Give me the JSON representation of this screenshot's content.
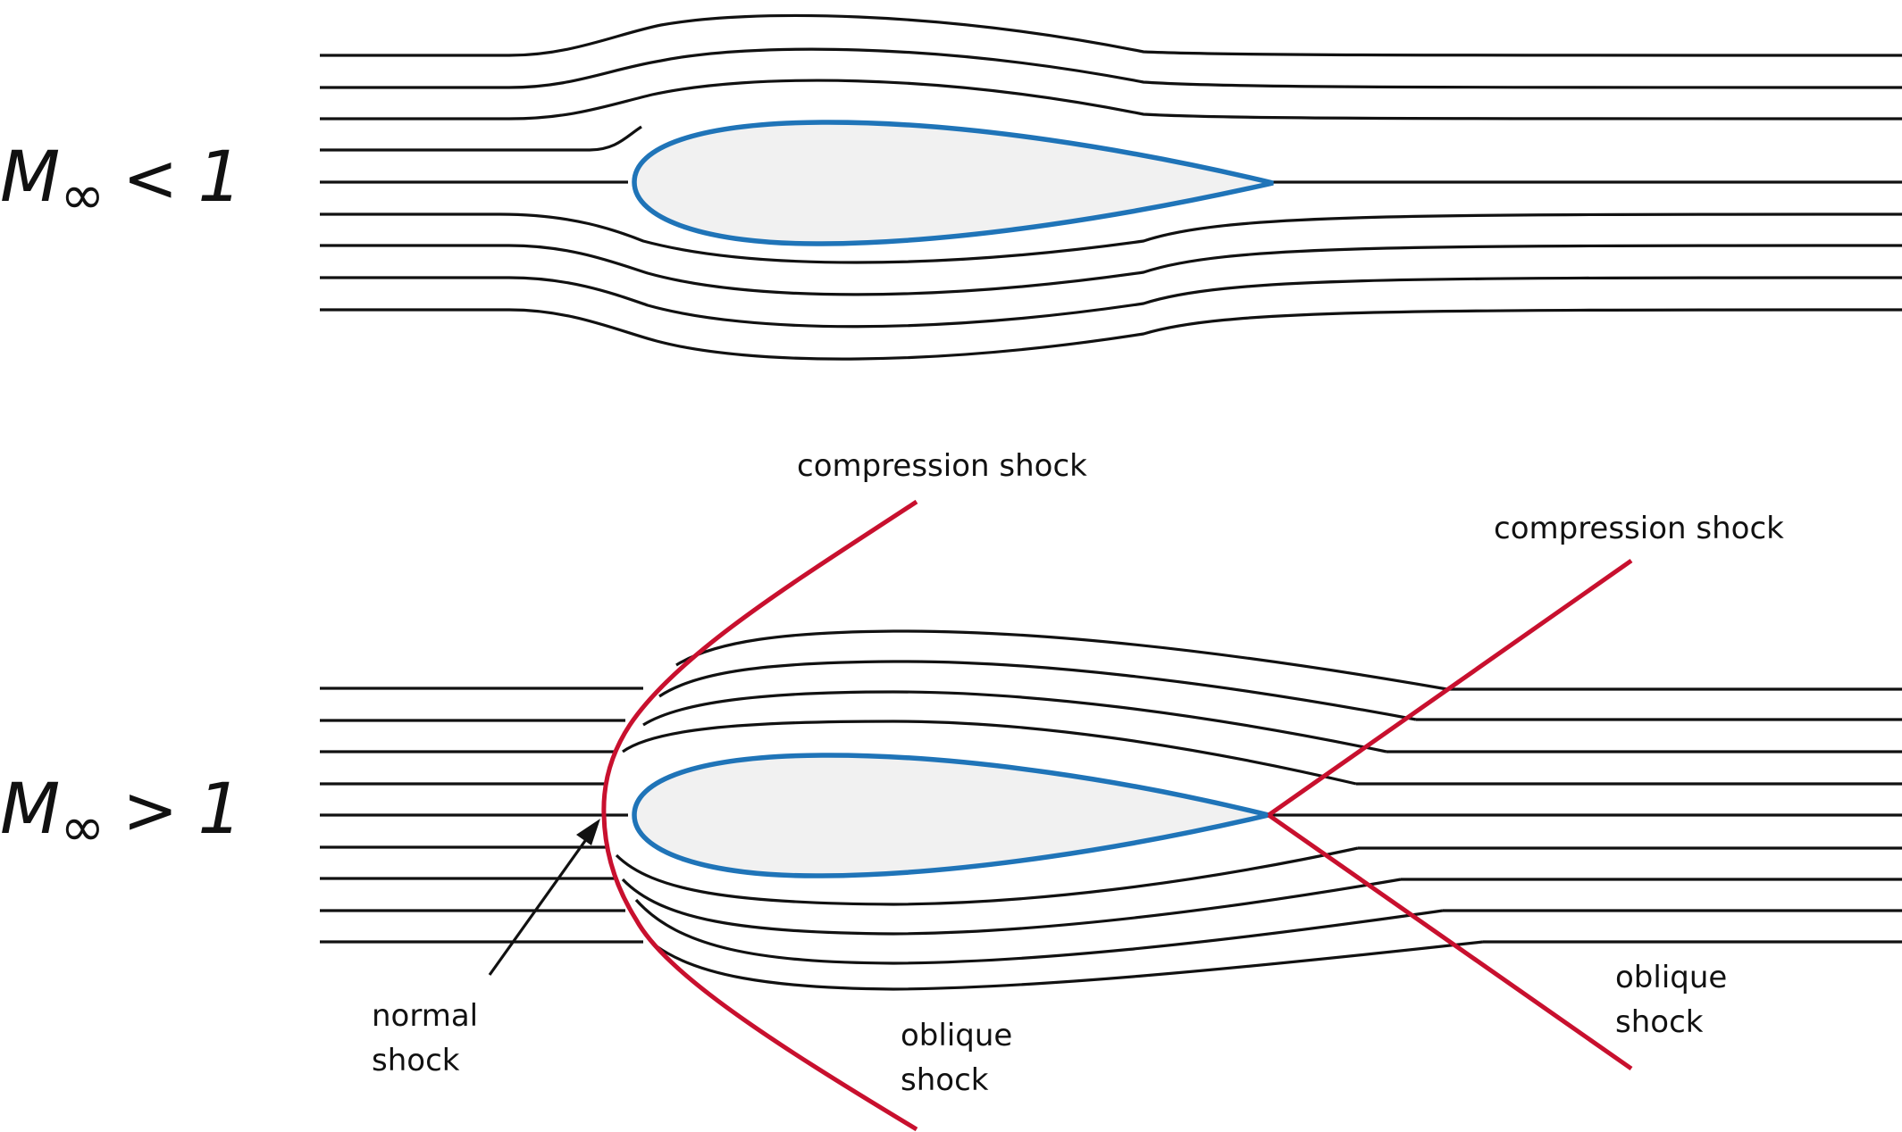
{
  "subsonic": {
    "mach_symbol": "M",
    "mach_subscript": "∞",
    "relation": "<",
    "value": "1"
  },
  "supersonic": {
    "mach_symbol": "M",
    "mach_subscript": "∞",
    "relation": ">",
    "value": "1",
    "labels": {
      "compression_shock_left": "compression shock",
      "compression_shock_right": "compression shock",
      "normal_shock_line1": "normal",
      "normal_shock_line2": "shock",
      "oblique_shock_left_line1": "oblique",
      "oblique_shock_left_line2": "shock",
      "oblique_shock_right_line1": "oblique",
      "oblique_shock_right_line2": "shock"
    }
  },
  "colors": {
    "airfoil_outline": "#1f74b8",
    "airfoil_fill": "#f1f1f1",
    "shock_line": "#c8102e",
    "streamline": "#111111"
  }
}
